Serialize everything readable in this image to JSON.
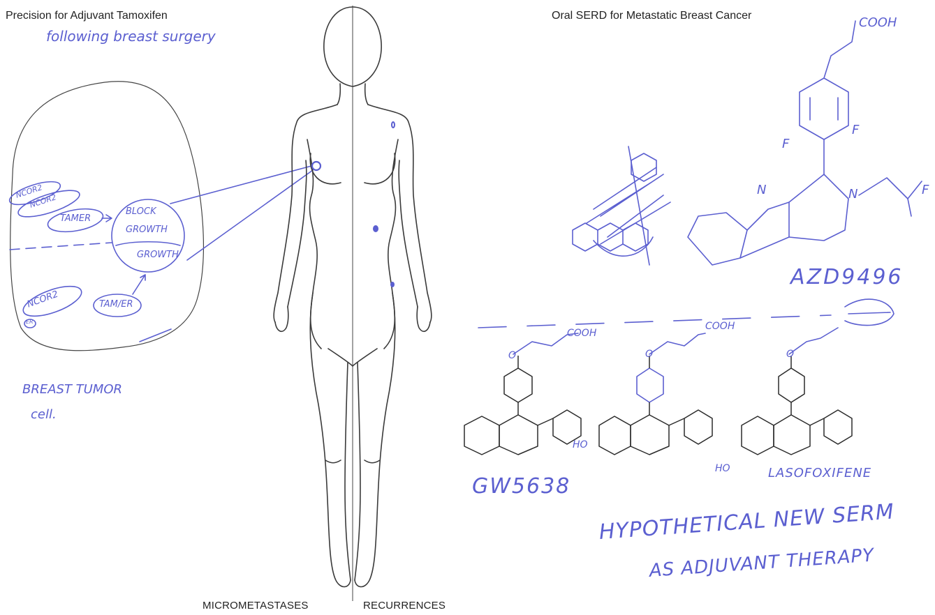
{
  "titles": {
    "left": "Precision for Adjuvant Tamoxifen",
    "right": "Oral SERD for Metastatic Breast Cancer"
  },
  "footer": {
    "left": "MICROMETASTASES",
    "right": "RECURRENCES"
  },
  "handwriting": {
    "subtitle": "following breast surgery",
    "cell_caption_line1": "BREAST TUMOR",
    "cell_caption_line2": "cell.",
    "ncor2_top_a": "NCOR2",
    "ncor2_top_b": "NCOR2",
    "tamer_top": "TAMER",
    "block": "BLOCK",
    "growth_1": "GROWTH",
    "growth_2": "GROWTH",
    "ncor2_bottom": "NCOR2",
    "er_small": "ER",
    "tam_er": "TAM/ER",
    "serd_name": "AZD9496",
    "cooh_top": "COOH",
    "f_left": "F",
    "f_right": "F",
    "n_ring": "N",
    "n_amine": "N",
    "f_chain": "F",
    "cooh_1": "COOH",
    "cooh_2": "COOH",
    "ho_2": "HO",
    "ho_3": "HO",
    "o_1": "O",
    "o_2": "O",
    "o_3": "O",
    "drug_1": "GW5638",
    "drug_3": "LASOFOXIFENE",
    "conclusion_line1": "HYPOTHETICAL NEW SERM",
    "conclusion_line2": "AS ADJUVANT THERAPY"
  }
}
